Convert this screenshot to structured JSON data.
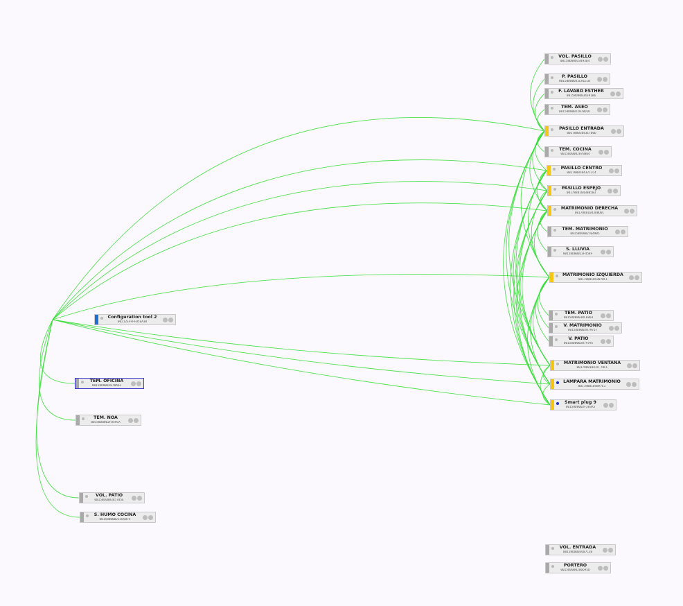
{
  "colors": {
    "link": "#33dd33",
    "router": "#f5c518",
    "end_device": "#a9a9a9",
    "coordinator": "#1f6fd0",
    "background": "#fbf9fd"
  },
  "nodes": [
    {
      "id": "coord",
      "name": "Configuration tool 2",
      "addr": "00212EFFFF05EA38",
      "type": "coord"
    },
    {
      "id": "vol_pasillo",
      "name": "VOL. PASILLO",
      "addr": "00158D00033493D4",
      "type": "end"
    },
    {
      "id": "p_pasillo",
      "name": "P. PASILLO",
      "addr": "00158D00032EA1ECB",
      "type": "end"
    },
    {
      "id": "f_lavabo",
      "name": "F. LAVABO ESTHER",
      "addr": "00158D00034391B6",
      "type": "end"
    },
    {
      "id": "tem_aseo",
      "name": "TEM. ASEO",
      "addr": "00158D00022078D1D",
      "type": "end"
    },
    {
      "id": "pasillo_entrada",
      "name": "PASILLO ENTRADA",
      "addr": "00178801043E7D0D",
      "type": "router"
    },
    {
      "id": "tem_cocina",
      "name": "TEM. COCINA",
      "addr": "00158D000207BB64",
      "type": "end"
    },
    {
      "id": "pasillo_centro",
      "name": "PASILLO CENTRO",
      "addr": "001788010432C2C4",
      "type": "router"
    },
    {
      "id": "pasillo_espejo",
      "name": "PASILLO ESPEJO",
      "addr": "00178801043B0583",
      "type": "router"
    },
    {
      "id": "matrimonio_derecha",
      "name": "MATRIMONIO DERECHA",
      "addr": "0017880104308D0C",
      "type": "router"
    },
    {
      "id": "tem_matrimonio",
      "name": "TEM. MATRIMONIO",
      "addr": "00158D00027B4985",
      "type": "end"
    },
    {
      "id": "s_lluvia",
      "name": "S. LLUVIA",
      "addr": "00158D00023F458F",
      "type": "end"
    },
    {
      "id": "matrimonio_izquierda",
      "name": "MATRIMONIO IZQUIERDA",
      "addr": "0017880104307DCF",
      "type": "router"
    },
    {
      "id": "tem_patio",
      "name": "TEM. PATIO",
      "addr": "00158D00030CE864",
      "type": "end"
    },
    {
      "id": "v_matrimonio",
      "name": "V. MATRIMONIO",
      "addr": "00158D0002079757",
      "type": "end"
    },
    {
      "id": "v_patio",
      "name": "V. PATIO",
      "addr": "00158D0002079795",
      "type": "end"
    },
    {
      "id": "matrimonio_ventana",
      "name": "MATRIMONIO VENTANA",
      "addr": "001788010439 70FC",
      "type": "router"
    },
    {
      "id": "lampara_matrimonio",
      "name": "LAMPARA MATRIMONIO",
      "addr": "00178801048A7E1",
      "type": "router",
      "blue_dot": true
    },
    {
      "id": "smart_plug",
      "name": "Smart plug 9",
      "addr": "00158D0002F383A5",
      "type": "router",
      "blue_dot": true
    },
    {
      "id": "tem_oficina",
      "name": "TEM. OFICINA",
      "addr": "00158D0002078A63",
      "type": "end",
      "selected": true
    },
    {
      "id": "tem_noa",
      "name": "TEM. NOA",
      "addr": "00158D0002F849CA",
      "type": "end"
    },
    {
      "id": "vol_patio",
      "name": "VOL. PATIO",
      "addr": "00158D000365705E",
      "type": "end"
    },
    {
      "id": "s_humo_cocina",
      "name": "S. HUMO COCINA",
      "addr": "00158D00021CB5875",
      "type": "end"
    },
    {
      "id": "vol_entrada",
      "name": "VOL. ENTRADA",
      "addr": "00158D0003607C30",
      "type": "end"
    },
    {
      "id": "portero",
      "name": "PORTERO",
      "addr": "00158D000206695D",
      "type": "end"
    }
  ],
  "links": [
    [
      "coord",
      "pasillo_entrada"
    ],
    [
      "coord",
      "pasillo_centro"
    ],
    [
      "coord",
      "pasillo_espejo"
    ],
    [
      "coord",
      "matrimonio_derecha"
    ],
    [
      "coord",
      "matrimonio_izquierda"
    ],
    [
      "coord",
      "matrimonio_ventana"
    ],
    [
      "coord",
      "lampara_matrimonio"
    ],
    [
      "coord",
      "smart_plug"
    ],
    [
      "coord",
      "tem_oficina"
    ],
    [
      "coord",
      "tem_noa"
    ],
    [
      "coord",
      "vol_patio"
    ],
    [
      "coord",
      "s_humo_cocina"
    ],
    [
      "pasillo_entrada",
      "vol_pasillo"
    ],
    [
      "pasillo_entrada",
      "p_pasillo"
    ],
    [
      "pasillo_entrada",
      "f_lavabo"
    ],
    [
      "pasillo_entrada",
      "tem_aseo"
    ],
    [
      "pasillo_entrada",
      "tem_cocina"
    ],
    [
      "pasillo_entrada",
      "pasillo_centro"
    ],
    [
      "pasillo_entrada",
      "pasillo_espejo"
    ],
    [
      "pasillo_entrada",
      "matrimonio_derecha"
    ],
    [
      "pasillo_entrada",
      "matrimonio_izquierda"
    ],
    [
      "pasillo_entrada",
      "matrimonio_ventana"
    ],
    [
      "pasillo_entrada",
      "lampara_matrimonio"
    ],
    [
      "pasillo_entrada",
      "smart_plug"
    ],
    [
      "pasillo_centro",
      "pasillo_espejo"
    ],
    [
      "pasillo_centro",
      "matrimonio_derecha"
    ],
    [
      "pasillo_centro",
      "matrimonio_izquierda"
    ],
    [
      "pasillo_centro",
      "matrimonio_ventana"
    ],
    [
      "pasillo_centro",
      "lampara_matrimonio"
    ],
    [
      "pasillo_centro",
      "smart_plug"
    ],
    [
      "pasillo_espejo",
      "matrimonio_derecha"
    ],
    [
      "pasillo_espejo",
      "matrimonio_izquierda"
    ],
    [
      "pasillo_espejo",
      "matrimonio_ventana"
    ],
    [
      "pasillo_espejo",
      "lampara_matrimonio"
    ],
    [
      "pasillo_espejo",
      "smart_plug"
    ],
    [
      "matrimonio_derecha",
      "tem_matrimonio"
    ],
    [
      "matrimonio_derecha",
      "s_lluvia"
    ],
    [
      "matrimonio_derecha",
      "matrimonio_izquierda"
    ],
    [
      "matrimonio_derecha",
      "matrimonio_ventana"
    ],
    [
      "matrimonio_derecha",
      "lampara_matrimonio"
    ],
    [
      "matrimonio_derecha",
      "smart_plug"
    ],
    [
      "matrimonio_izquierda",
      "tem_patio"
    ],
    [
      "matrimonio_izquierda",
      "v_matrimonio"
    ],
    [
      "matrimonio_izquierda",
      "v_patio"
    ],
    [
      "matrimonio_izquierda",
      "matrimonio_ventana"
    ],
    [
      "matrimonio_izquierda",
      "lampara_matrimonio"
    ],
    [
      "matrimonio_izquierda",
      "smart_plug"
    ],
    [
      "matrimonio_ventana",
      "lampara_matrimonio"
    ],
    [
      "matrimonio_ventana",
      "smart_plug"
    ],
    [
      "lampara_matrimonio",
      "smart_plug"
    ]
  ]
}
